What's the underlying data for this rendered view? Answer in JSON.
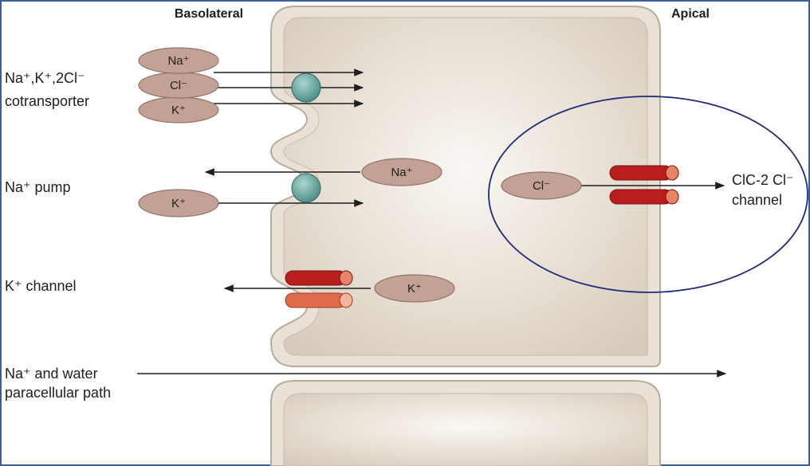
{
  "header": {
    "basolateral": "Basolateral",
    "apical": "Apical"
  },
  "labels": {
    "cotransporter_line1": "Na⁺,K⁺,2Cl⁻",
    "cotransporter_line2": "cotransporter",
    "na_pump": "Na⁺ pump",
    "k_channel": "K⁺ channel",
    "paracellular_line1": "Na⁺ and water",
    "paracellular_line2": "paracellular path",
    "clc2_line1": "ClC-2 Cl⁻",
    "clc2_line2": "channel"
  },
  "ions": {
    "cotransporter_na": "Na⁺",
    "cotransporter_cl": "Cl⁻",
    "cotransporter_k": "K⁺",
    "pump_na": "Na⁺",
    "pump_k": "K⁺",
    "channel_k": "K⁺",
    "apical_cl": "Cl⁻"
  },
  "colors": {
    "cell_fill": "#ddd2c4",
    "membrane": "#e9e1d6",
    "membrane_edge": "#b9ab9b",
    "ion_fill": "#c3a194",
    "transporter": "#6fa9a2",
    "channel_red": "#b81e1e",
    "channel_light": "#e06a4c",
    "highlight_circle": "#1f2a7a"
  }
}
